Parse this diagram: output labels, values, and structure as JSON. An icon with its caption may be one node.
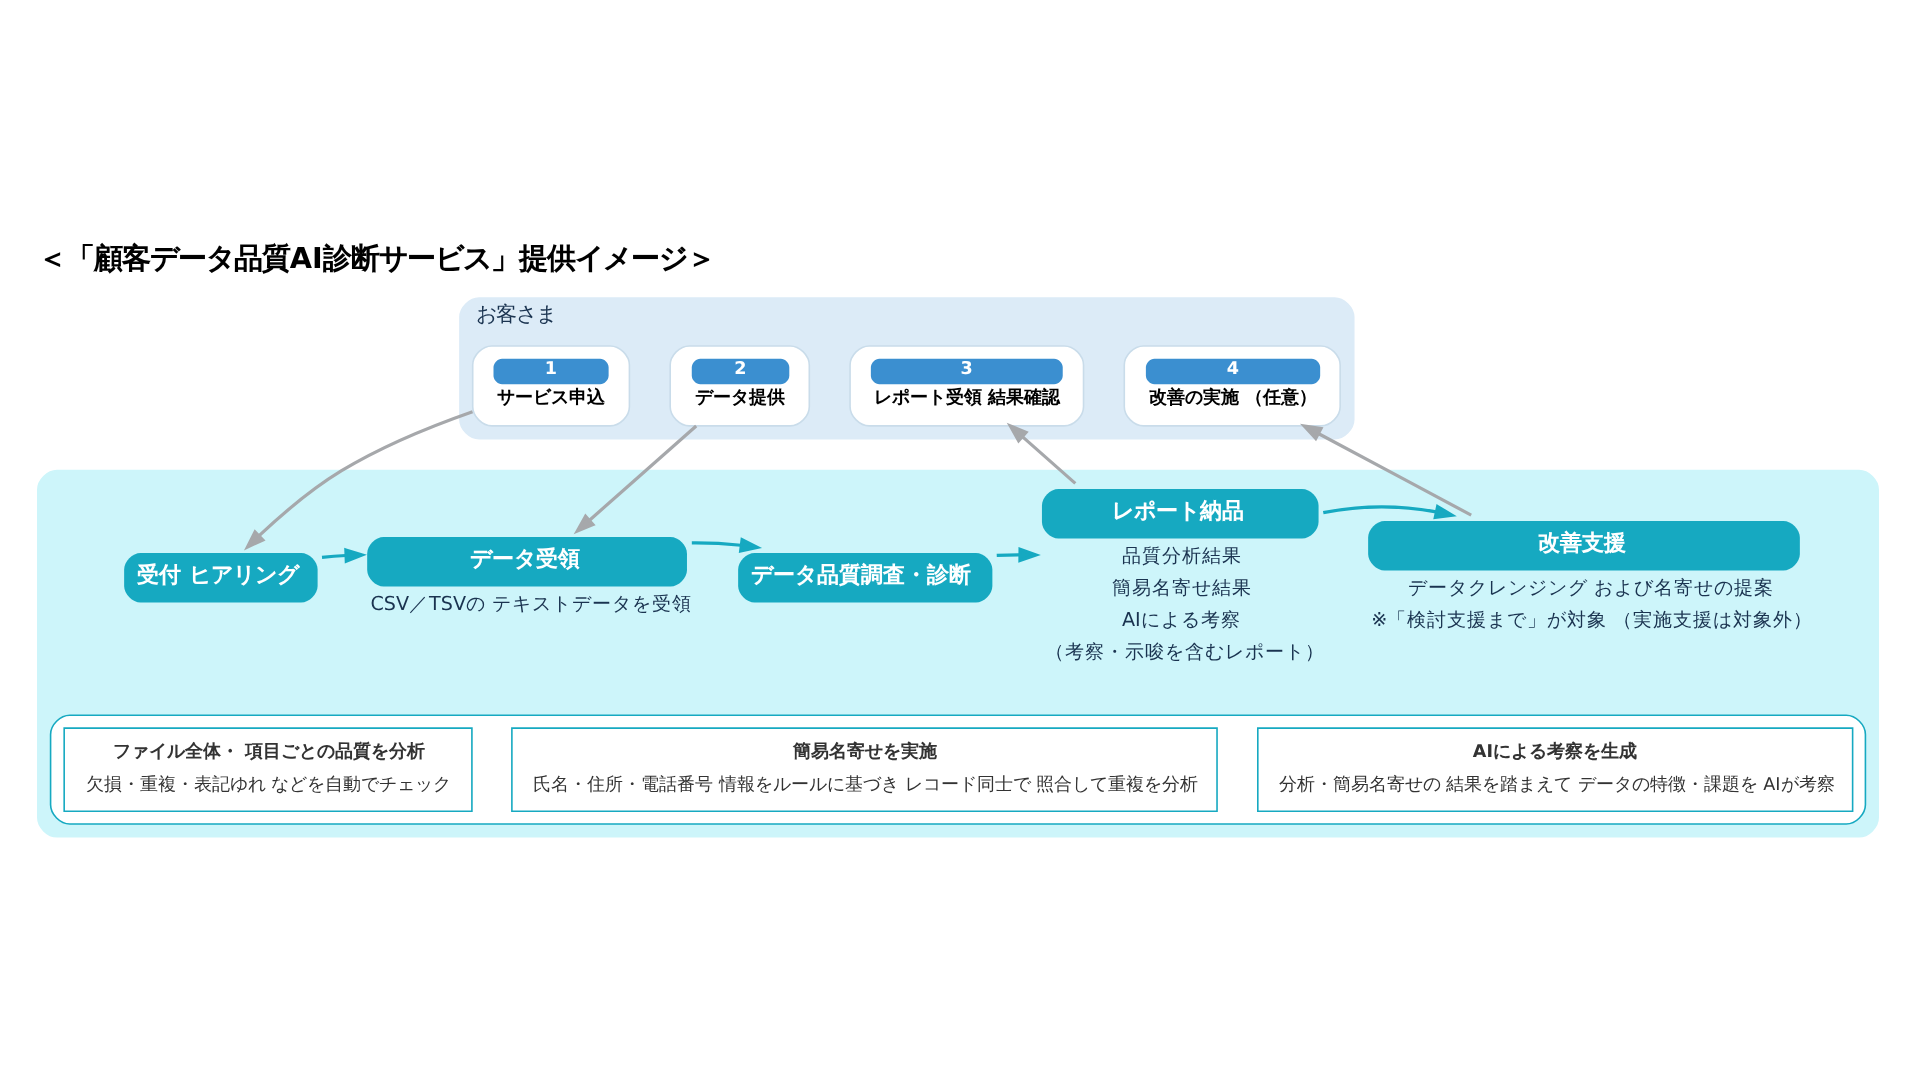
{
  "diagram": {
    "title": "＜「顧客データ品質AI診断サービス」提供イメージ＞",
    "nodes": [
      {
        "text": [
          "お客さま"
        ]
      },
      {
        "text": [
          "1",
          "サービス申込"
        ],
        "in": 0
      },
      {
        "text": [
          "2",
          "データ提供"
        ],
        "in": 0
      },
      {
        "text": [
          "3",
          "レポート受領 結果確認"
        ],
        "in": 0
      },
      {
        "text": [
          "4",
          "改善の実施 （任意）"
        ],
        "in": 0
      },
      {
        "text": [],
        "shape": "box"
      },
      {
        "text": [
          "受付 ヒアリング"
        ],
        "in": 5
      },
      {
        "text": [
          "データ受領"
        ],
        "in": 5,
        "beside": [
          "CSV／TSVの テキストデータを受領"
        ]
      },
      {
        "text": [
          "データ品質調査・診断"
        ],
        "in": 5
      },
      {
        "text": [],
        "shape": "box",
        "in": 5
      },
      {
        "text": [
          "ファイル全体・ 項目ごとの品質を分析",
          "欠損・重複・表記ゆれ などを自動でチェック"
        ],
        "in": 9
      },
      {
        "text": [
          "簡易名寄せを実施",
          "氏名・住所・電話番号 情報をルールに基づき レコード同士で 照合して重複を分析"
        ],
        "in": 9
      },
      {
        "text": [
          "AIによる考察を生成",
          "分析・簡易名寄せの 結果を踏まえて データの特徴・課題を AIが考察"
        ],
        "in": 9
      },
      {
        "text": [
          "レポート納品"
        ],
        "in": 5,
        "beside": [
          "品質分析結果",
          "簡易名寄せ結果",
          "AIによる考察",
          "（考察・示唆を含むレポート）"
        ]
      },
      {
        "text": [
          "改善支援"
        ],
        "in": 5,
        "beside": [
          "データクレンジング および名寄せの提案",
          "※「検討支援まで」が対象 （実施支援は対象外）"
        ]
      }
    ],
    "edges": [
      {
        "from": 1,
        "to": 6,
        "arrow": "to",
        "color": "#a6a8ab"
      },
      {
        "from": 2,
        "to": 7,
        "arrow": "to",
        "color": "#a6a8ab"
      },
      {
        "from": 13,
        "to": 3,
        "arrow": "to",
        "color": "#a6a8ab"
      },
      {
        "from": 14,
        "to": 4,
        "arrow": "to",
        "color": "#a6a8ab"
      },
      {
        "from": 6,
        "to": 7,
        "arrow": "to",
        "color": "#16a9c1"
      },
      {
        "from": 7,
        "to": 8,
        "arrow": "to",
        "color": "#16a9c1"
      },
      {
        "from": 8,
        "to": 13,
        "arrow": "to",
        "color": "#16a9c1"
      },
      {
        "from": 13,
        "to": 14,
        "arrow": "to",
        "color": "#16a9c1"
      }
    ]
  }
}
